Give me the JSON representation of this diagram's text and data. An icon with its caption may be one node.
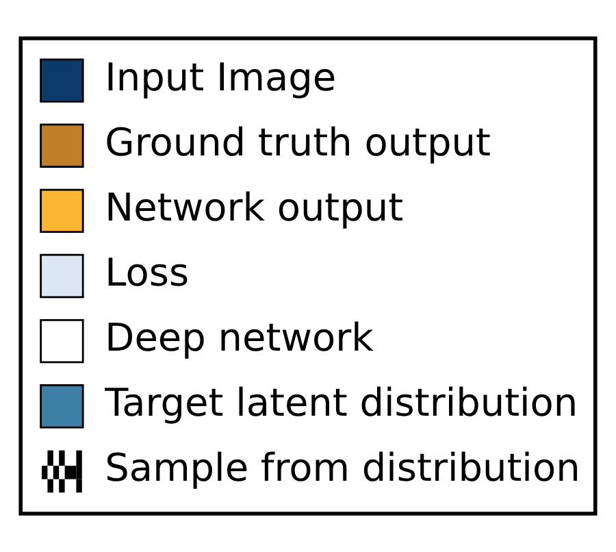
{
  "diagram": {
    "legend": [
      {
        "text": "Input Image",
        "color": "#0b3a6b"
      },
      {
        "text": "Ground truth output",
        "color": "#c07e28"
      },
      {
        "text": "Network output",
        "color": "#fbb731"
      },
      {
        "text": "Loss",
        "color": "#dce6f2"
      },
      {
        "text": "Deep network",
        "color": "#ffffff"
      },
      {
        "text": "Target latent distribution",
        "color": "#3e7fa6"
      },
      {
        "text": "Sample from distribution"
      }
    ]
  }
}
